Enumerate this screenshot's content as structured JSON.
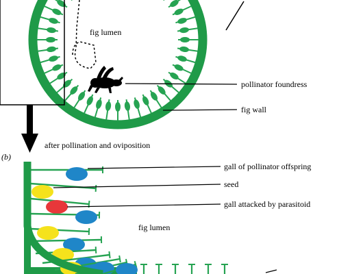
{
  "panel_a": {
    "lumen_label": "fig lumen",
    "foundress_label": "pollinator foundress",
    "wall_label": "fig wall"
  },
  "transition_label": "after pollination and oviposition",
  "panel_b": {
    "panel_letter": "(b)",
    "lumen_label": "fig lumen",
    "gall_offspring_label": "gall of pollinator offspring",
    "seed_label": "seed",
    "gall_parasitoid_label": "gall attacked by parasitoid"
  },
  "colors": {
    "fig_wall": "#1f9a48",
    "floret": "#26a352",
    "gall_offspring": "#1f86c8",
    "seed": "#f5e21c",
    "gall_parasitoid": "#e8373a",
    "wasp": "#000000"
  }
}
